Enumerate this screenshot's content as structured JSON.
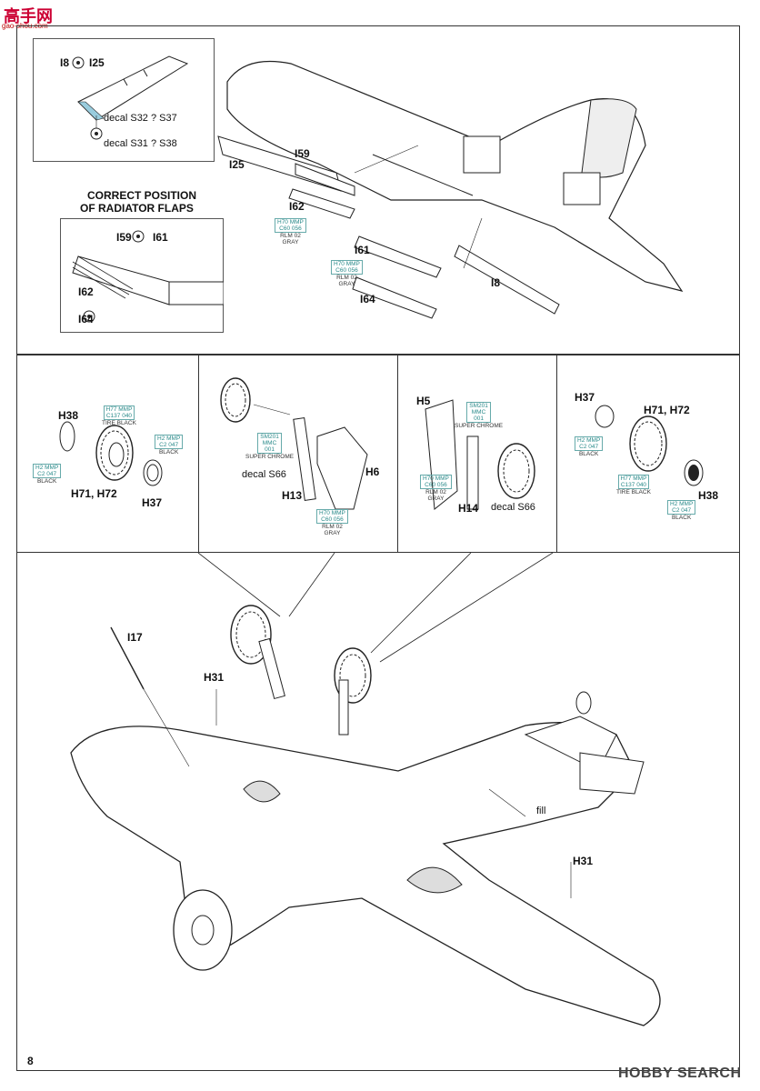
{
  "watermark": {
    "chars": "高手网",
    "url": "gao-shou.com"
  },
  "page_number": "8",
  "brand": "HOBBY SEARCH",
  "inset_decals": {
    "label_i8": "I8",
    "label_i25": "I25",
    "decal_1": "decal S32 ? S37",
    "decal_2": "decal S31 ? S38"
  },
  "radiator": {
    "title_line1": "CORRECT POSITION",
    "title_line2": "OF RADIATOR FLAPS",
    "i59": "I59",
    "i61": "I61",
    "i62": "I62",
    "i64": "I64"
  },
  "top_parts": {
    "i25": "I25",
    "i59": "I59",
    "i62": "I62",
    "i61": "I61",
    "i64": "I64",
    "i8": "I8"
  },
  "paint_rlm02": {
    "codes": "H70  MMP",
    "codes2": "C60  056",
    "name1": "RLM 02",
    "name2": "GRAY"
  },
  "panel1": {
    "h38": "H38",
    "h71": "H71, H72",
    "h37": "H37",
    "tire": {
      "codes": "H77  MMP",
      "codes2": "C137  040",
      "name": "TIRE BLACK"
    },
    "black1": {
      "codes": "H2  MMP",
      "codes2": "C2  047",
      "name": "BLACK"
    },
    "black2": {
      "codes": "H2  MMP",
      "codes2": "C2  047",
      "name": "BLACK"
    }
  },
  "panel2": {
    "decal": "decal S66",
    "h13": "H13",
    "h6": "H6",
    "chrome": {
      "codes": "SM201",
      "codes2": "MMC",
      "codes3": "001",
      "name": "SUPER CHROME"
    }
  },
  "panel3": {
    "h5": "H5",
    "h14": "H14",
    "decal": "decal S66",
    "chrome": {
      "codes": "SM201",
      "codes2": "MMC",
      "codes3": "001",
      "name": "SUPER CHROME"
    }
  },
  "panel4": {
    "h37": "H37",
    "h71": "H71, H72",
    "h38": "H38",
    "tire": {
      "codes": "H77  MMP",
      "codes2": "C137  040",
      "name": "TIRE BLACK"
    },
    "black1": {
      "codes": "H2  MMP",
      "codes2": "C2  047",
      "name": "BLACK"
    },
    "black2": {
      "codes": "H2  MMP",
      "codes2": "C2  047",
      "name": "BLACK"
    }
  },
  "bottom": {
    "i17": "I17",
    "h31a": "H31",
    "h31b": "H31",
    "fill": "fill"
  }
}
